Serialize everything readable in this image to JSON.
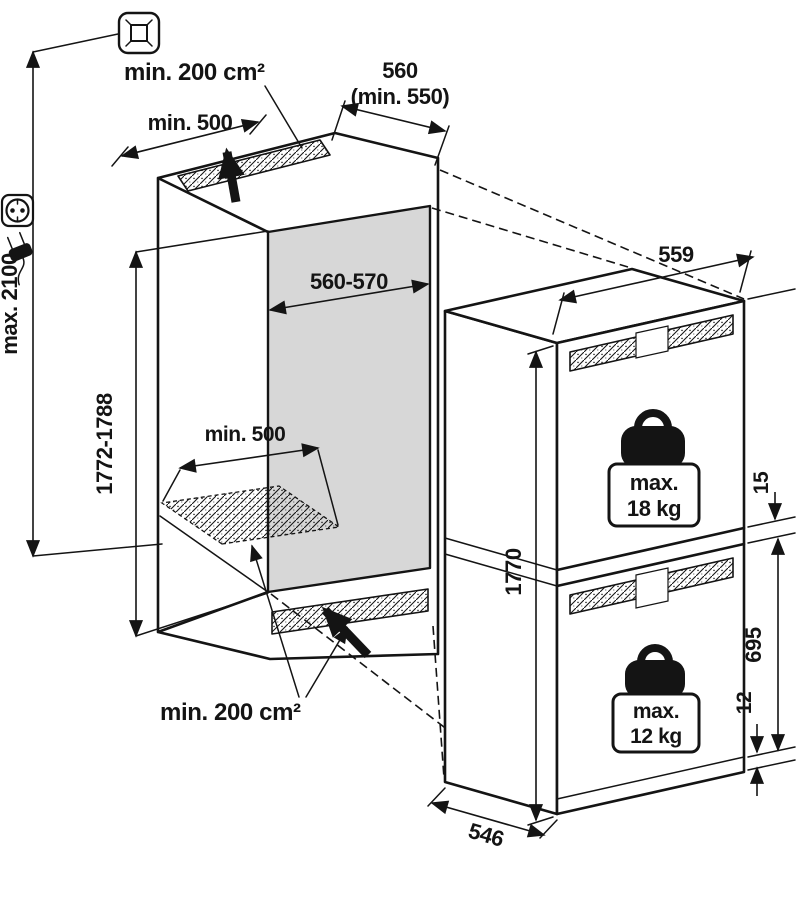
{
  "niche": {
    "vent_top_label": "min. 200 cm²",
    "vent_bottom_label": "min. 200 cm²",
    "top_vent_length": "min. 500",
    "floor_vent_length": "min. 500",
    "depth": "560",
    "depth_min": "(min. 550)",
    "width": "560-570",
    "height": "1772-1788",
    "ceiling_height": "max. 2100"
  },
  "appliance": {
    "width": "559",
    "height": "1770",
    "depth": "546",
    "top_clearance": "15",
    "lower_door_height": "695",
    "bottom_clearance": "12",
    "upper_door_max_label": "max.",
    "upper_door_max_weight": "18 kg",
    "lower_door_max_label": "max.",
    "lower_door_max_weight": "12 kg"
  },
  "icons": {
    "ceiling_fixing": "ceiling-fixing-symbol",
    "power_socket": "schuko-socket-symbol",
    "power_plug": "mains-plug-symbol",
    "airflow_top": "air-outlet-arrow",
    "airflow_bottom": "air-inlet-arrow",
    "weight_upper": "kettlebell-weight",
    "weight_lower": "kettlebell-weight"
  },
  "colors": {
    "line": "#141414",
    "interior_shade": "#d7d7d7",
    "background": "#ffffff"
  }
}
